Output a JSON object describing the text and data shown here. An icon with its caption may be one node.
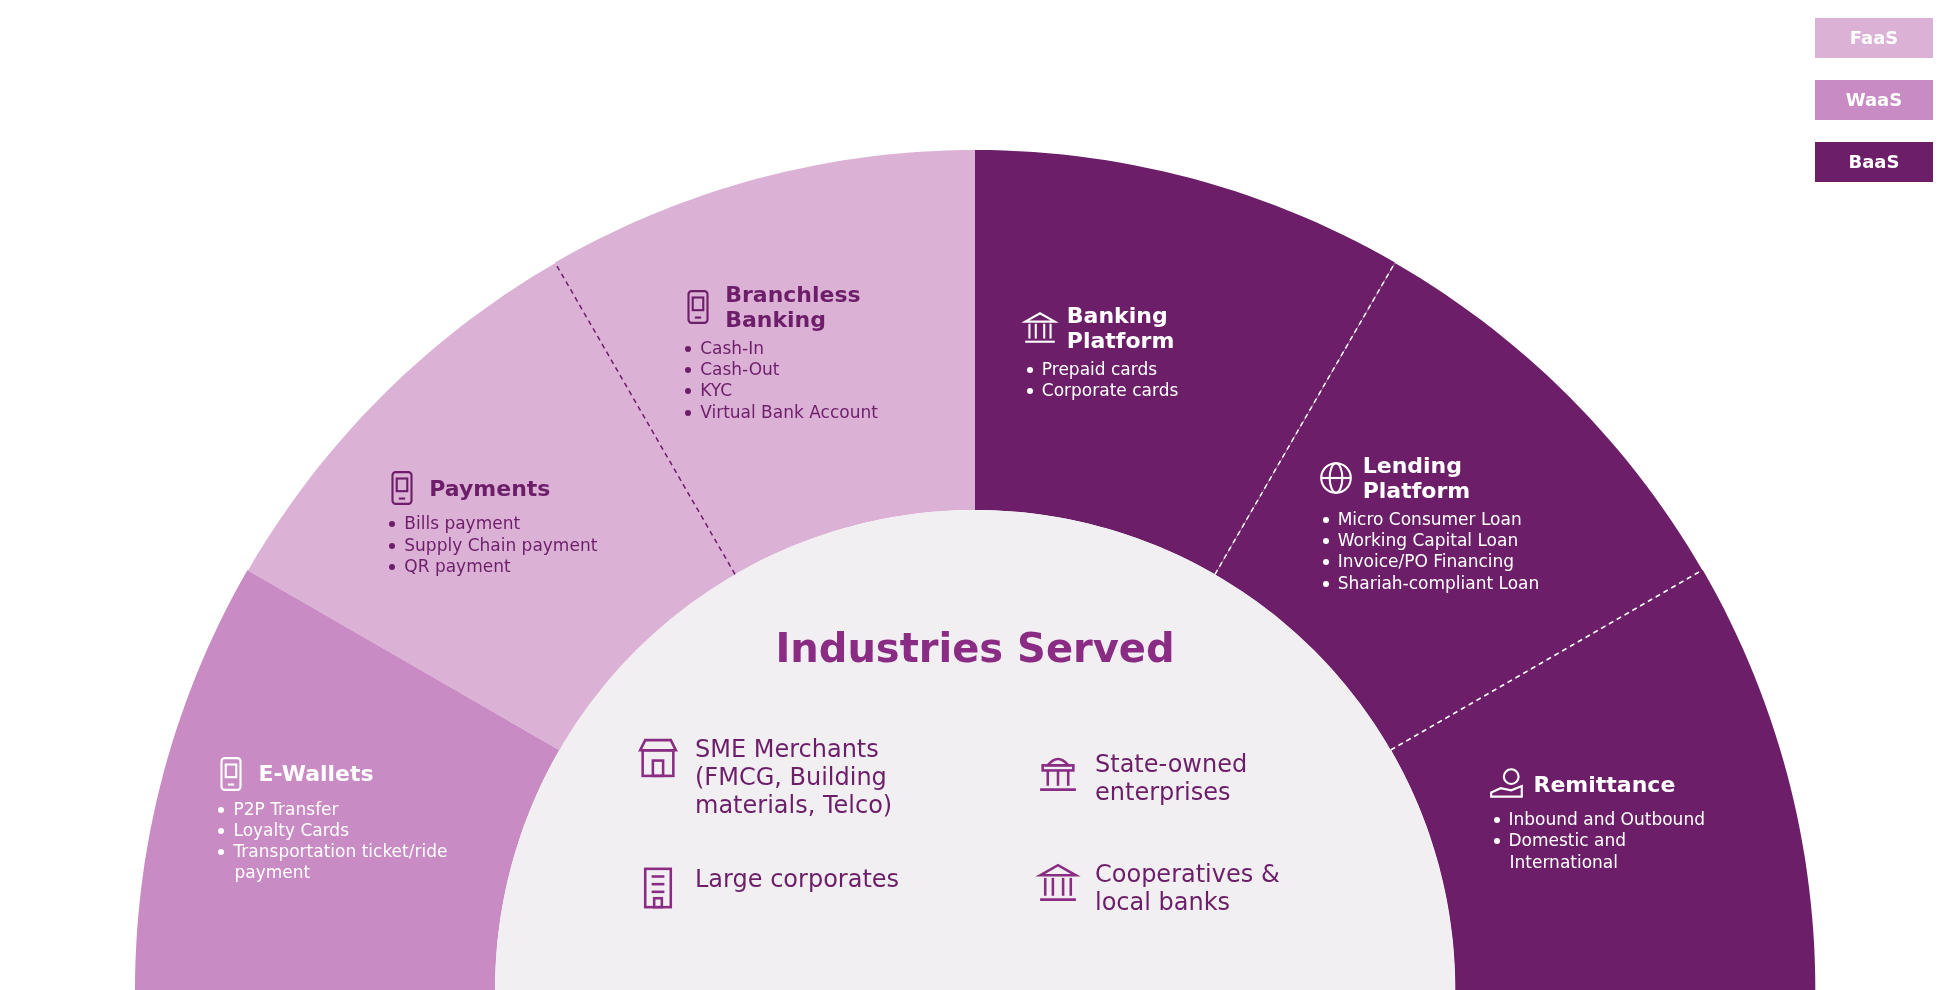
{
  "diagram": {
    "nodes": [
      {
        "text": [
          "E-Wallets",
          "P2P Transfer",
          "Loyalty Cards",
          "Transportation ticket/ride payment"
        ]
      },
      {
        "text": [
          "Payments",
          "Bills payment",
          "Supply Chain payment",
          "QR payment"
        ]
      },
      {
        "text": [
          "Branchless Banking",
          "Cash-In",
          "Cash-Out",
          "KYC",
          "Virtual Bank Account"
        ]
      },
      {
        "text": [
          "Banking Platform",
          "Prepaid cards",
          "Corporate cards"
        ]
      },
      {
        "text": [
          "Lending Platform",
          "Micro Consumer Loan",
          "Working Capital Loan",
          "Invoice/PO Financing",
          "Shariah-compliant Loan"
        ]
      },
      {
        "text": [
          "Remittance",
          "Inbound and Outbound",
          "Domestic and International"
        ]
      },
      {
        "text": [
          "Industries Served"
        ]
      },
      {
        "text": [
          "SME Merchants (FMCG, Building materials, Telco)"
        ],
        "in": 6
      },
      {
        "text": [
          "State-owned enterprises"
        ],
        "in": 6
      },
      {
        "text": [
          "Large corporates"
        ],
        "in": 6
      },
      {
        "text": [
          "Cooperatives & local banks"
        ],
        "in": 6
      }
    ],
    "legend": [
      {
        "text": "FaaS",
        "color": "#dcb1d6"
      },
      {
        "text": "WaaS",
        "color": "#c98bc3"
      },
      {
        "text": "BaaS",
        "color": "#6c1e69"
      }
    ]
  }
}
